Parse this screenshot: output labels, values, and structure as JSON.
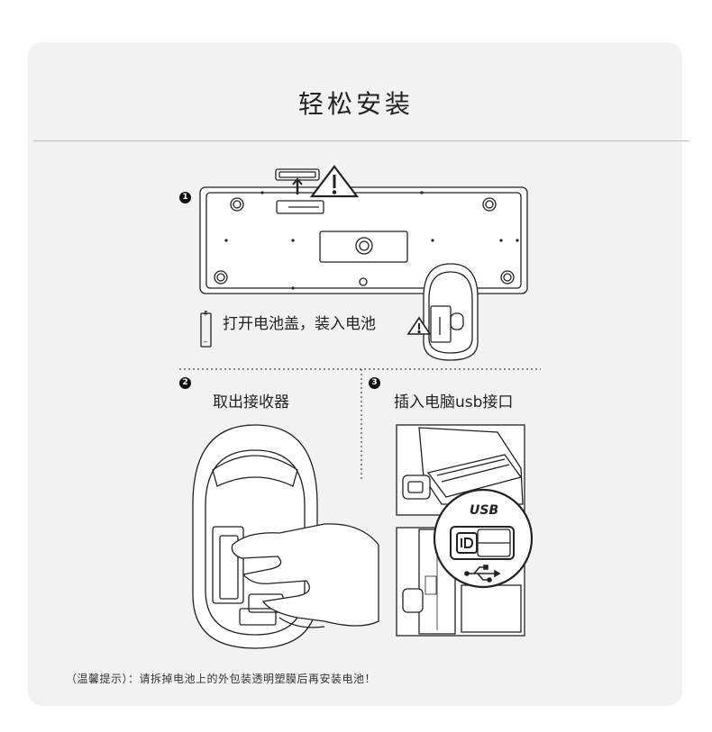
{
  "title": "轻松安装",
  "steps": [
    {
      "badge": "1",
      "text": "打开电池盖，装入电池"
    },
    {
      "badge": "2",
      "text": "取出接收器"
    },
    {
      "badge": "3",
      "text": "插入电脑usb接口"
    }
  ],
  "usb_label": "USB",
  "tip": "（温馨提示）：请拆掉电池上的外包装透明塑膜后再安装电池！",
  "battery_marks": {
    "plus": "+",
    "minus": "−"
  },
  "icons": [
    "warning-icon",
    "battery-icon",
    "usb-symbol-icon",
    "receiver-icon"
  ],
  "colors": {
    "card": "#f2f2f2",
    "line": "#222222",
    "divider": "#bdbdbd"
  }
}
